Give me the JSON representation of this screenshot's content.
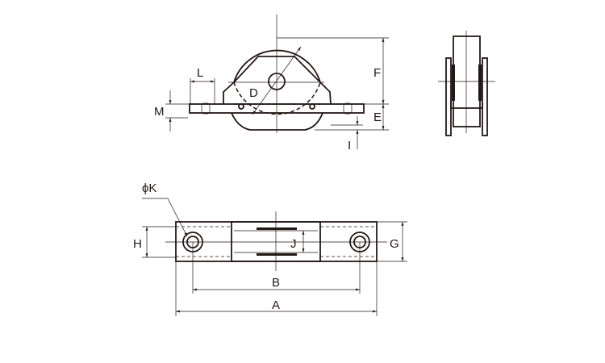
{
  "labels": {
    "A": "A",
    "B": "B",
    "D": "D",
    "E": "E",
    "F": "F",
    "G": "G",
    "H": "H",
    "I": "I",
    "J": "J",
    "K": "ϕK",
    "L": "L",
    "M": "M"
  },
  "colors": {
    "line": "#231815",
    "background": "#ffffff"
  }
}
